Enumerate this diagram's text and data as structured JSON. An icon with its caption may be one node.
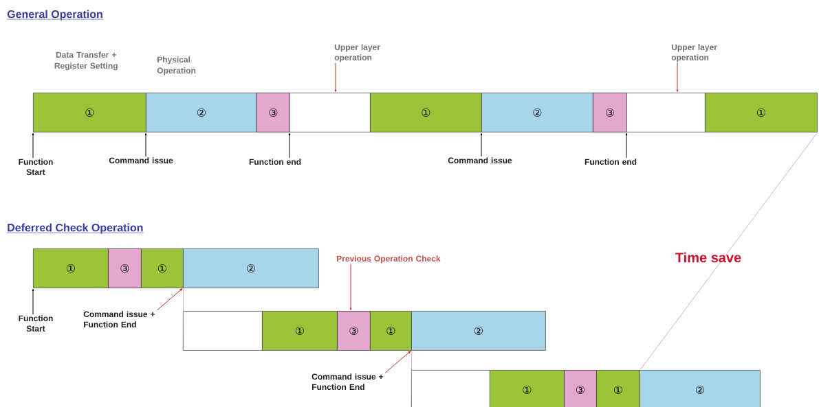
{
  "diagram": {
    "nodes": [
      {
        "text": [
          "①"
        ],
        "beside": [
          "Data Transfer + Register Setting"
        ]
      },
      {
        "text": [
          "②"
        ],
        "beside": [
          "Physical Operation"
        ]
      },
      {
        "text": [
          "③"
        ]
      },
      {
        "text": [],
        "shape": "box"
      },
      {
        "text": [
          "①"
        ]
      },
      {
        "text": [
          "②"
        ]
      },
      {
        "text": [
          "③"
        ]
      },
      {
        "text": [],
        "shape": "box"
      },
      {
        "text": [
          "①"
        ]
      },
      {
        "text": [
          "Upper layer operation"
        ]
      },
      {
        "text": [
          "Upper layer operation"
        ]
      },
      {
        "text": [
          "Function Start"
        ]
      },
      {
        "text": [
          "Command issue"
        ]
      },
      {
        "text": [
          "Function end"
        ]
      },
      {
        "text": [
          "Command issue"
        ]
      },
      {
        "text": [
          "Function end"
        ]
      },
      {
        "text": [
          "①"
        ]
      },
      {
        "text": [
          "③"
        ]
      },
      {
        "text": [
          "①"
        ]
      },
      {
        "text": [
          "②"
        ]
      },
      {
        "text": [],
        "shape": "box"
      },
      {
        "text": [
          "①"
        ]
      },
      {
        "text": [
          "③"
        ]
      },
      {
        "text": [
          "①"
        ]
      },
      {
        "text": [
          "②"
        ]
      },
      {
        "text": [],
        "shape": "box"
      },
      {
        "text": [
          "①"
        ]
      },
      {
        "text": [
          "③"
        ]
      },
      {
        "text": [
          "①"
        ]
      },
      {
        "text": [
          "②"
        ]
      },
      {
        "text": [
          "Function Start"
        ]
      },
      {
        "text": [
          "Command issue + Function End"
        ]
      },
      {
        "text": [
          "Previous Operation Check"
        ]
      },
      {
        "text": [
          "Command issue + Function End"
        ]
      }
    ],
    "edges": [
      {
        "from": 9,
        "to": 3,
        "arrow": "to",
        "color": "#c0282d"
      },
      {
        "from": 10,
        "to": 7,
        "arrow": "to",
        "color": "#c0282d"
      },
      {
        "from": 11,
        "to": 0,
        "arrow": "to"
      },
      {
        "from": 12,
        "to": 1,
        "arrow": "to"
      },
      {
        "from": 13,
        "to": 2,
        "arrow": "to"
      },
      {
        "from": 14,
        "to": 5,
        "arrow": "to"
      },
      {
        "from": 15,
        "to": 6,
        "arrow": "to"
      },
      {
        "from": 30,
        "to": 16,
        "arrow": "to"
      },
      {
        "from": 31,
        "to": 19,
        "arrow": "to",
        "color": "#c0282d"
      },
      {
        "from": 32,
        "to": 22,
        "arrow": "to",
        "color": "#c0282d"
      },
      {
        "from": 33,
        "to": 24,
        "arrow": "to",
        "color": "#c0282d"
      },
      {
        "from": 8,
        "to": 28,
        "arrow": "none",
        "color": "#d48a9a"
      },
      {
        "from": 18,
        "to": 20,
        "arrow": "none",
        "color": "#d48a9a"
      },
      {
        "from": 23,
        "to": 25,
        "arrow": "none",
        "color": "#d48a9a"
      }
    ],
    "labels": [
      "General Operation",
      "Deferred Check Operation",
      "Time save"
    ]
  }
}
